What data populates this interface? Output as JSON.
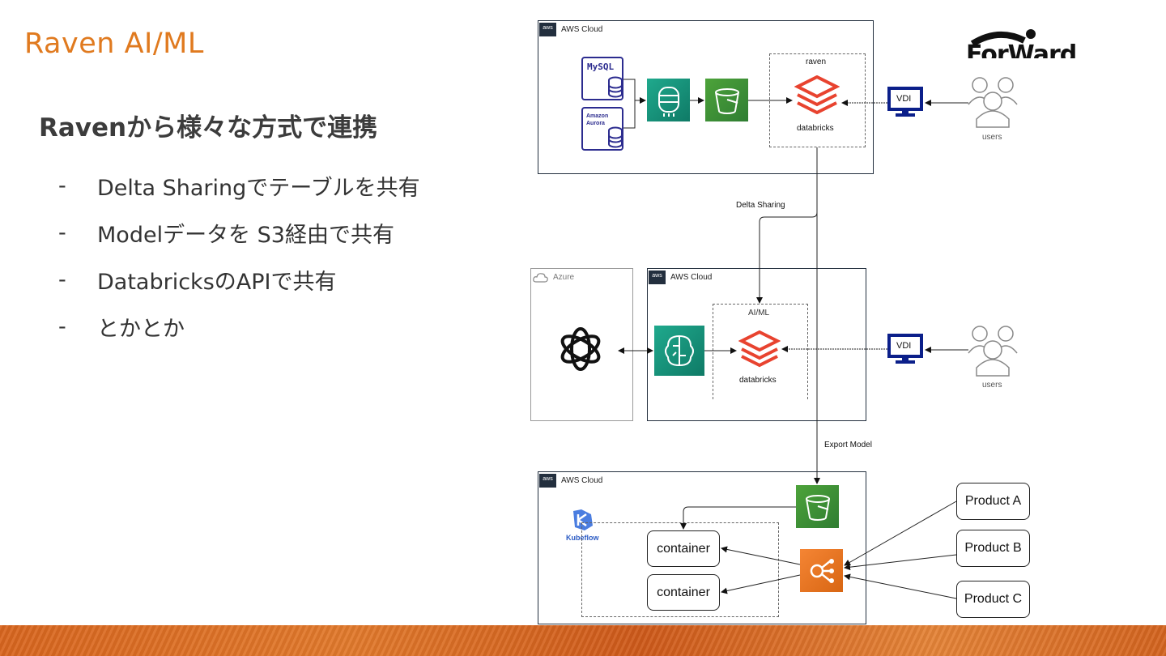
{
  "brand": {
    "name": "Raven",
    "suffix": "AI/ML"
  },
  "title": "Ravenから様々な方式で連携",
  "bullets": [
    {
      "marker": "-",
      "text": "Delta Sharingでテーブルを共有"
    },
    {
      "marker": "-",
      "text": "Modelデータを S3経由で共有"
    },
    {
      "marker": "-",
      "text": "DatabricksのAPIで共有"
    },
    {
      "marker": "-",
      "text": "とかとか"
    }
  ],
  "logo_text": "ForWard",
  "diagram": {
    "top_cloud": "AWS Cloud",
    "aws_badge": "aws",
    "mysql": "MySQL",
    "aurora": "Amazon Aurora",
    "raven_group": "raven",
    "databricks": "databricks",
    "vdi": "VDI",
    "users": "users",
    "delta_sharing": "Delta Sharing",
    "azure": "Azure",
    "mid_cloud": "AWS Cloud",
    "aiml_group": "AI/ML",
    "export_model": "Export Model",
    "bottom_cloud": "AWS Cloud",
    "kubeflow": "Kubeflow",
    "containers": [
      "container",
      "container"
    ],
    "products": [
      "Product A",
      "Product B",
      "Product C"
    ]
  },
  "colors": {
    "brand": "#e07a1f",
    "databricks": "#e8432f",
    "vdi": "#0b1f8a"
  }
}
